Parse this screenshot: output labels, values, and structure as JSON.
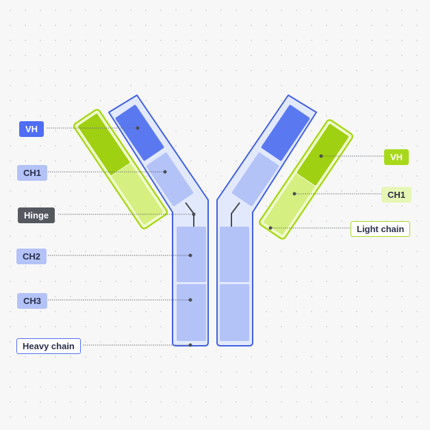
{
  "labels": {
    "left_vh": "VH",
    "left_ch1": "CH1",
    "hinge": "Hinge",
    "ch2": "CH2",
    "ch3": "CH3",
    "heavy_chain": "Heavy chain",
    "right_vh": "VH",
    "right_ch1": "CH1",
    "light_chain": "Light chain"
  },
  "colors": {
    "heavy_outline": "#3f5fe0",
    "heavy_fill": "#e3e9fd",
    "heavy_variable": "#5a79f0",
    "heavy_constant": "#b3c2f7",
    "light_outline": "#a8d81a",
    "light_fill": "#f1fad2",
    "light_variable": "#9fd012",
    "light_constant": "#d5ef80",
    "hinge_line": "#4a4d52",
    "leader_line": "#6a6d72"
  }
}
